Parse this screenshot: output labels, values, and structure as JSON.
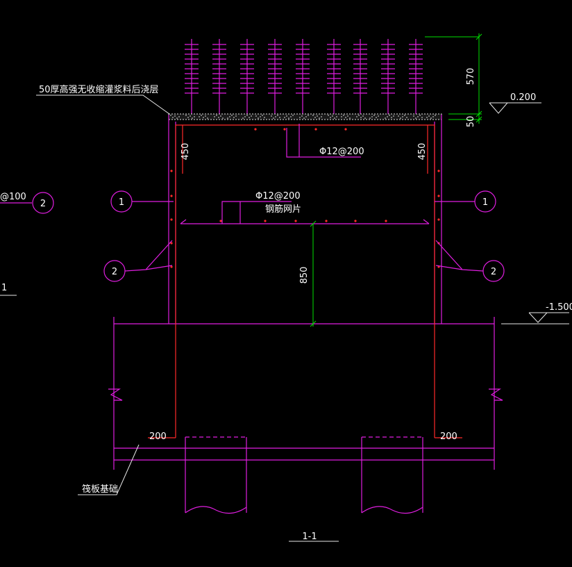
{
  "colors": {
    "background": "#000000",
    "structure": "#e01ee0",
    "rebar": "#ff2a2a",
    "dimension": "#00e000",
    "text": "#ffffff"
  },
  "labels": {
    "grout_layer": "50厚高强无收缩灌浆料后浇层",
    "top_rebar": "Φ12@200",
    "mesh_rebar": "Φ12@200",
    "mesh_name": "钢筋网片",
    "raft_foundation": "筏板基础",
    "section_title": "1-1",
    "left_partial_spacing": "@100",
    "left_partial_section": "1"
  },
  "elevations": {
    "top": "0.200",
    "bottom": "-1.500"
  },
  "dimensions": {
    "anchor_length": "570",
    "grout_thickness": "50",
    "side_left": "450",
    "side_right": "450",
    "mesh_height": "850",
    "hook_left": "200",
    "hook_right": "200"
  },
  "markers": {
    "left_1": "1",
    "left_2": "2",
    "right_1": "1",
    "right_2": "2",
    "far_left_2": "2"
  }
}
